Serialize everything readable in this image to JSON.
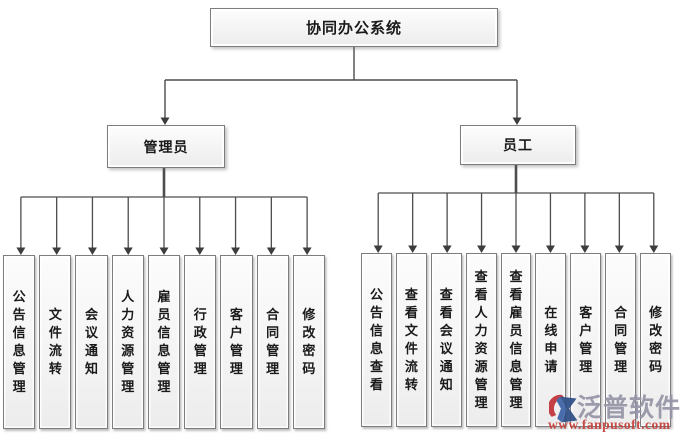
{
  "root": {
    "label": "协同办公系统"
  },
  "admin": {
    "label": "管理员",
    "children": [
      "公告信息管理",
      "文件流转",
      "会议通知",
      "人力资源管理",
      "雇员信息管理",
      "行政管理",
      "客户管理",
      "合同管理",
      "修改密码"
    ]
  },
  "employee": {
    "label": "员工",
    "children": [
      "公告信息查看",
      "查看文件流转",
      "查看会议通知",
      "查看人力资源管理",
      "查看雇员信息管理",
      "在线申请",
      "客户管理",
      "合同管理",
      "修改密码"
    ]
  },
  "watermark": {
    "brand": "泛普软件",
    "url": "www.fanpusoft.com",
    "brand_color": "#9595a8",
    "url_color": "#c5403c",
    "logo": "fanpu-logo"
  },
  "colors": {
    "box_fill": "#f3f3f3",
    "box_border": "#7d7d7d",
    "connector_line": "#4d4d4d",
    "arrowhead": "#3d3d3d"
  }
}
